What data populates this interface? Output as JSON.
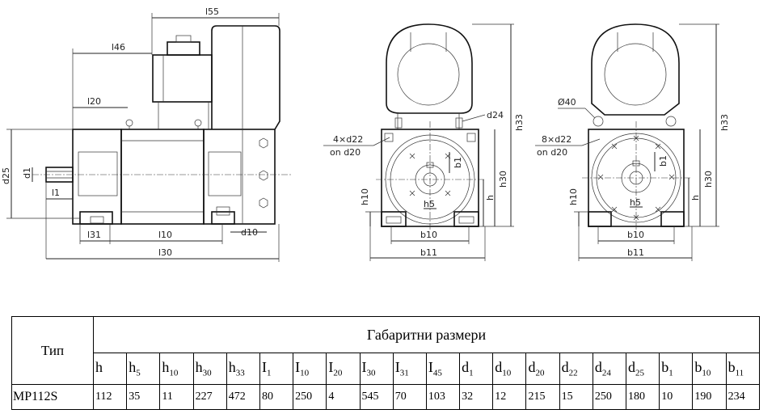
{
  "drawing": {
    "side_labels": {
      "l55": "l55",
      "l46": "l46",
      "l20": "l20",
      "d25": "d25",
      "d1": "d1",
      "l1": "l1",
      "l31": "l31",
      "l10": "l10",
      "d10": "d10",
      "l30": "l30"
    },
    "front_labels": {
      "d24": "d24",
      "h33": "h33",
      "holes": "4×d22",
      "on_d20": "on d20",
      "b1": "b1",
      "h30": "h30",
      "h": "h",
      "h10": "h10",
      "h5": "h5",
      "b10": "b10",
      "b11": "b11"
    },
    "rear_labels": {
      "d40": "Ø40",
      "h33": "h33",
      "holes": "8×d22",
      "on_d20": "on d20",
      "b1": "b1",
      "h30": "h30",
      "h": "h",
      "h10": "h10",
      "h5": "h5",
      "b10": "b10",
      "b11": "b11"
    }
  },
  "table": {
    "type_header": "Тип",
    "group_header": "Габаритни размери",
    "columns": [
      {
        "base": "h",
        "sub": ""
      },
      {
        "base": "h",
        "sub": "5"
      },
      {
        "base": "h",
        "sub": "10"
      },
      {
        "base": "h",
        "sub": "30"
      },
      {
        "base": "h",
        "sub": "33"
      },
      {
        "base": "I",
        "sub": "1"
      },
      {
        "base": "I",
        "sub": "10"
      },
      {
        "base": "I",
        "sub": "20"
      },
      {
        "base": "I",
        "sub": "30"
      },
      {
        "base": "I",
        "sub": "31"
      },
      {
        "base": "I",
        "sub": "45"
      },
      {
        "base": "d",
        "sub": "1"
      },
      {
        "base": "d",
        "sub": "10"
      },
      {
        "base": "d",
        "sub": "20"
      },
      {
        "base": "d",
        "sub": "22"
      },
      {
        "base": "d",
        "sub": "24"
      },
      {
        "base": "d",
        "sub": "25"
      },
      {
        "base": "b",
        "sub": "1"
      },
      {
        "base": "b",
        "sub": "10"
      },
      {
        "base": "b",
        "sub": "11"
      }
    ],
    "rows": [
      {
        "type": "MP112S",
        "values": [
          "112",
          "35",
          "11",
          "227",
          "472",
          "80",
          "250",
          "4",
          "545",
          "70",
          "103",
          "32",
          "12",
          "215",
          "15",
          "250",
          "180",
          "10",
          "190",
          "234"
        ]
      }
    ]
  }
}
